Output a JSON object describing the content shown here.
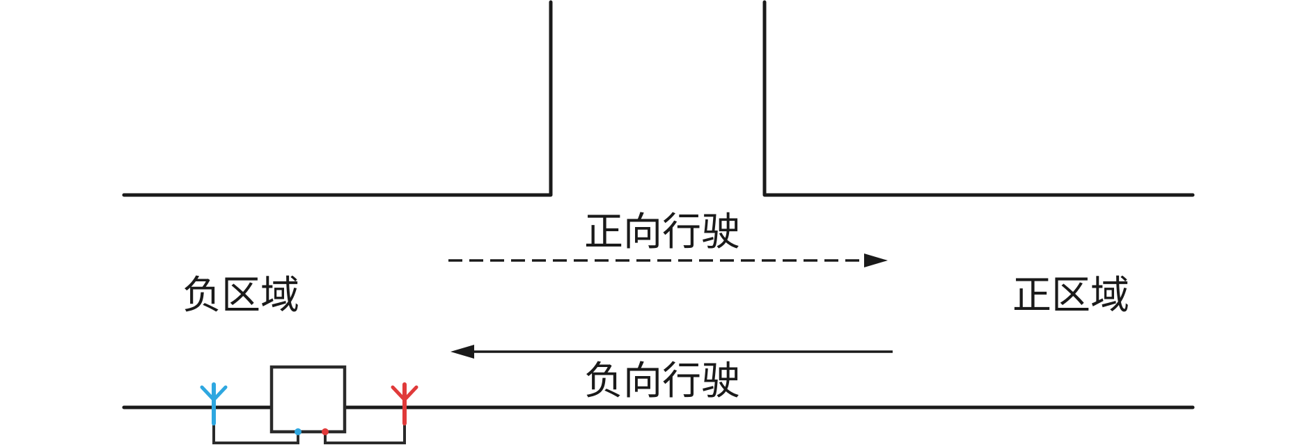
{
  "labels": {
    "forward_travel": "正向行驶",
    "reverse_travel": "负向行驶",
    "negative_zone": "负区域",
    "positive_zone": "正区域"
  },
  "colors": {
    "line": "#1a1a1a",
    "antenna_negative": "#2ea7e0",
    "antenna_positive": "#e03a3a"
  },
  "icons": {
    "antenna_left": "antenna-icon",
    "antenna_right": "antenna-icon",
    "device": "reader-box-icon"
  }
}
